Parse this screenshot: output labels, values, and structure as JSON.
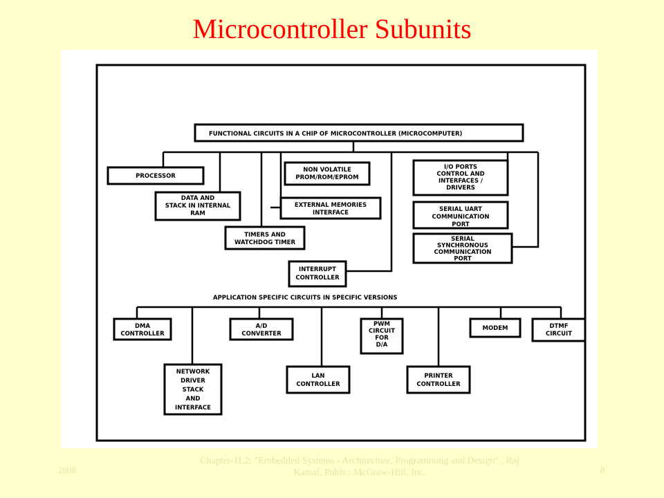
{
  "slide": {
    "title": "Microcontroller Subunits"
  },
  "diagram": {
    "top_header": "FUNCTIONAL CIRCUITS IN A CHIP OF MICROCONTROLLER (MICROCOMPUTER)",
    "app_header": "APPLICATION SPECIFIC CIRCUITS IN SPECIFIC VERSIONS",
    "boxes": {
      "processor": [
        "PROCESSOR"
      ],
      "data_stack": [
        "DATA AND",
        "STACK IN INTERNAL",
        "RAM"
      ],
      "timers": [
        "TIMERS AND",
        "WATCHDOG TIMER"
      ],
      "nonvolatile": [
        "NON VOLATILE",
        "PROM/ROM/EPROM"
      ],
      "ext_mem": [
        "EXTERNAL MEMORIES",
        "INTERFACE"
      ],
      "interrupt": [
        "INTERRUPT",
        "CONTROLLER"
      ],
      "io_ports": [
        "I/O PORTS",
        "CONTROL AND",
        "INTERFACES /",
        "DRIVERS"
      ],
      "serial_uart": [
        "SERIAL UART",
        "COMMUNICATION",
        "PORT"
      ],
      "serial_sync": [
        "SERIAL",
        "SYNCHRONOUS",
        "COMMUNICATION",
        "PORT"
      ],
      "dma": [
        "DMA",
        "CONTROLLER"
      ],
      "network": [
        "NETWORK",
        "DRIVER",
        "STACK",
        "AND",
        "INTERFACE"
      ],
      "adc": [
        "A/D",
        "CONVERTER"
      ],
      "lan": [
        "LAN",
        "CONTROLLER"
      ],
      "pwm": [
        "PWM",
        "CIRCUIT",
        "FOR",
        "D/A"
      ],
      "printer": [
        "PRINTER",
        "CONTROLLER"
      ],
      "modem": [
        "MODEM"
      ],
      "dtmf": [
        "DTMF",
        "CIRCUIT"
      ]
    }
  },
  "footer": {
    "year": "2008",
    "citation": "Chapter-1L2: \"Embedded Systems - Architecture, Programming and Design\" , Raj Kamal, Publs.: McGraw-Hill, Inc.",
    "page": "8"
  }
}
